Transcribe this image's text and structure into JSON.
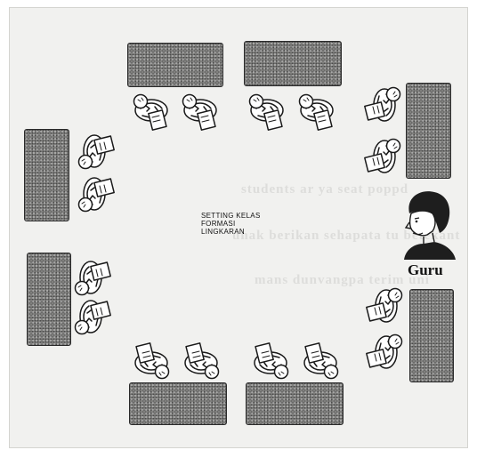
{
  "diagram": {
    "center_label_lines": [
      "SETTING KELAS",
      "FORMASI",
      "LINGKARAN"
    ],
    "teacher_label": "Guru"
  }
}
